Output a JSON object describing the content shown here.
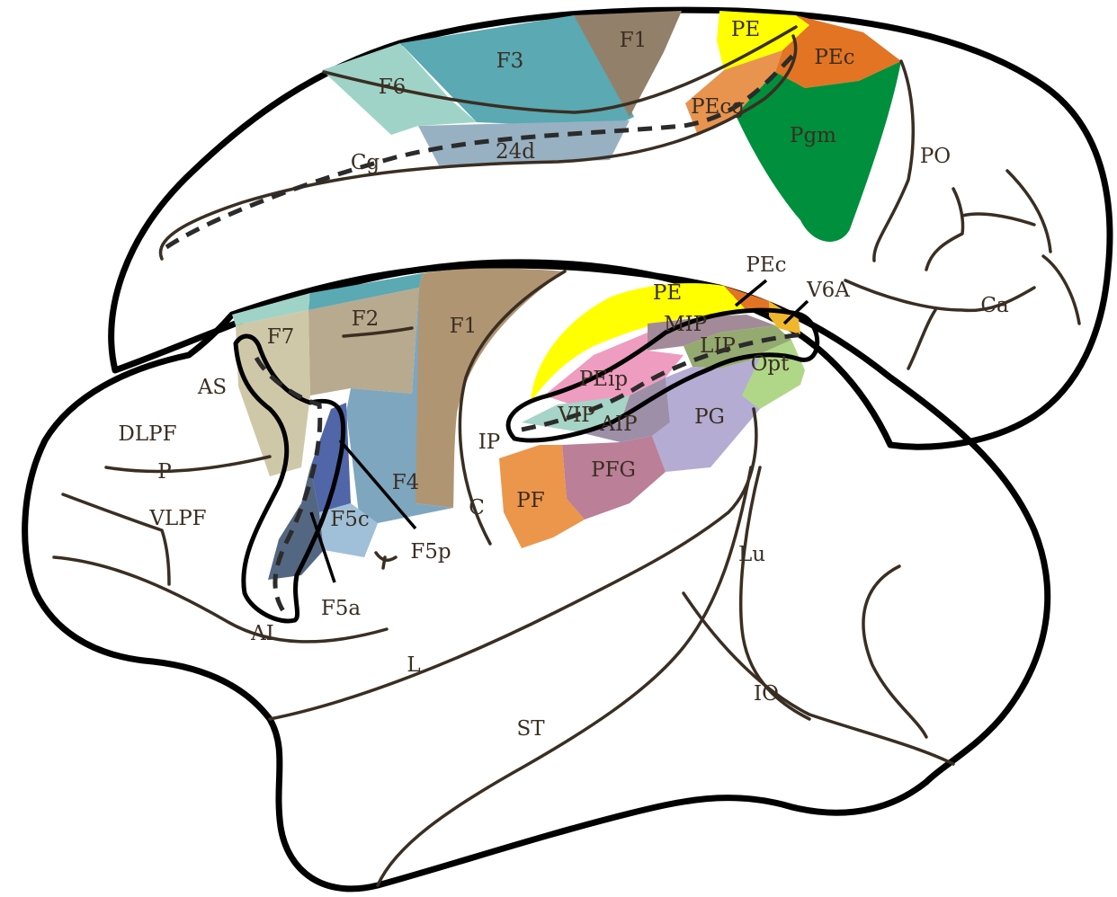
{
  "colors": {
    "background": "#ffffff",
    "tissue": "#e8d6b0",
    "F6": "#9fd3c8",
    "F3": "#5aa9b3",
    "F1": "#93806a",
    "F1_lateral": "#b09573",
    "F2": "#b7aa8e",
    "F7": "#cfc8a8",
    "F4": "#7ea6bf",
    "F5p": "#5166a8",
    "F5a": "#546782",
    "F5c": "#9fc0d8",
    "area24d": "#97b1c2",
    "PE": "#ffff00",
    "PEc": "#e37424",
    "PEcg": "#e8944f",
    "Pgm": "#008f3c",
    "MIP": "#a38a98",
    "V6A": "#f1b72c",
    "LIP": "#94aa70",
    "Opt": "#b0d787",
    "PEip": "#ef9cc1",
    "VIP": "#a6d4c6",
    "AIP": "#9d8fa8",
    "PG": "#b4acd2",
    "PFG": "#bb7f98",
    "PF": "#ec964b"
  },
  "medial_view": {
    "areas": [
      "F6",
      "F3",
      "F1",
      "PE",
      "PEc",
      "PEcg",
      "24d",
      "Pgm"
    ],
    "sulci": [
      "Cg",
      "PO",
      "Ca"
    ]
  },
  "lateral_view": {
    "frontal_areas": [
      "F7",
      "F2",
      "F1",
      "F4",
      "F5c",
      "F5p",
      "F5a"
    ],
    "parietal_areas": [
      "PE",
      "PEc",
      "V6A",
      "MIP",
      "LIP",
      "Opt",
      "PEip",
      "VIP",
      "AIP",
      "PG",
      "PFG",
      "PF"
    ],
    "sulci": [
      "AS",
      "AI",
      "P",
      "C",
      "IP",
      "L",
      "ST",
      "Lu",
      "IO"
    ],
    "prefrontal_labels": [
      "DLPF",
      "VLPF"
    ]
  }
}
